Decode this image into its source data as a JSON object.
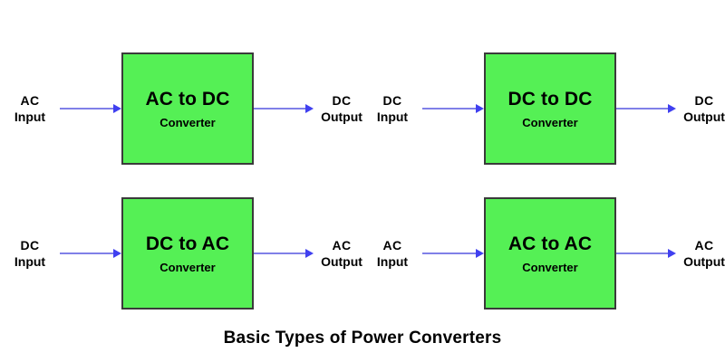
{
  "diagram": {
    "caption": "Basic Types of Power Converters",
    "colors": {
      "background": "#ffffff",
      "block_fill": "#55f055",
      "block_border": "#3a3a3a",
      "arrow_line": "#8080e8",
      "arrow_head": "#4040f0",
      "text": "#000000"
    },
    "sub_label": "Converter",
    "blocks": [
      {
        "id": "ac-to-dc",
        "row": 0,
        "col": 0,
        "input": {
          "kind": "AC",
          "direction": "Input"
        },
        "title": "AC to DC",
        "subtitle": "Converter",
        "output": {
          "kind": "DC",
          "direction": "Output"
        }
      },
      {
        "id": "dc-to-dc",
        "row": 0,
        "col": 1,
        "input": {
          "kind": "DC",
          "direction": "Input"
        },
        "title": "DC to DC",
        "subtitle": "Converter",
        "output": {
          "kind": "DC",
          "direction": "Output"
        }
      },
      {
        "id": "dc-to-ac",
        "row": 1,
        "col": 0,
        "input": {
          "kind": "DC",
          "direction": "Input"
        },
        "title": "DC to AC",
        "subtitle": "Converter",
        "output": {
          "kind": "AC",
          "direction": "Output"
        }
      },
      {
        "id": "ac-to-ac",
        "row": 1,
        "col": 1,
        "input": {
          "kind": "AC",
          "direction": "Input"
        },
        "title": "AC to AC",
        "subtitle": "Converter",
        "output": {
          "kind": "AC",
          "direction": "Output"
        }
      }
    ]
  }
}
